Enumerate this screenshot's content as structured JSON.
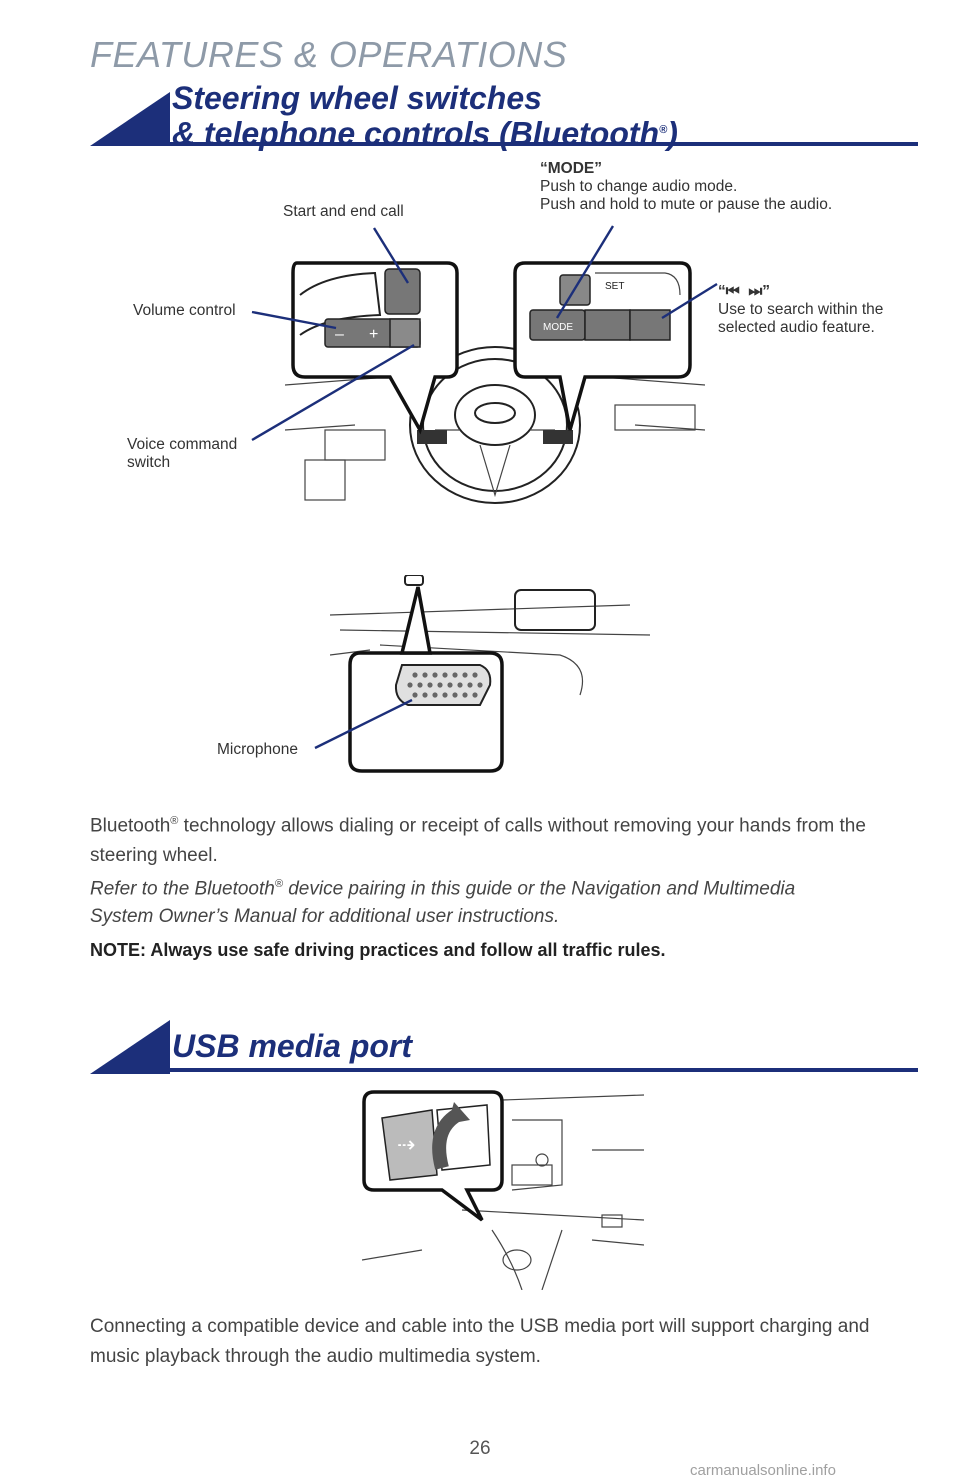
{
  "page": {
    "section_label": "FEATURES & OPERATIONS",
    "page_number": "26",
    "watermark": "carmanualsonline.info"
  },
  "steering": {
    "title_line1": "Steering wheel switches",
    "title_line2": "& telephone controls (Bluetooth",
    "title_reg": "®",
    "title_close": ")",
    "callouts": {
      "mode_title": "“MODE”",
      "mode_line1": "Push to change audio mode.",
      "mode_line2": "Push and hold to mute or pause the audio.",
      "start_end_call": "Start and end call",
      "volume_control": "Volume control",
      "voice_command_line1": "Voice command",
      "voice_command_line2": "switch",
      "seek_open": "“",
      "seek_close": "”",
      "seek_line1": "Use to search within the",
      "seek_line2": "selected audio feature.",
      "microphone": "Microphone"
    },
    "switch_labels": {
      "mode": "MODE",
      "set": "SET",
      "minus": "–",
      "plus": "+"
    },
    "paragraph1_a": "Bluetooth",
    "paragraph1_reg": "®",
    "paragraph1_b": " technology allows dialing or receipt of calls without removing your hands from the steering wheel.",
    "paragraph2_a": "Refer to the Bluetooth",
    "paragraph2_reg": "®",
    "paragraph2_b": " device pairing in this guide or the Navigation and Multimedia System Owner’s Manual for additional user instructions.",
    "note": "NOTE:  Always use safe driving practices and follow all traffic rules."
  },
  "usb": {
    "title": "USB media port",
    "paragraph": "Connecting a compatible device and cable into the USB media port will support charging and music playback through the audio multimedia system."
  },
  "colors": {
    "brand_blue": "#1c2f7a",
    "section_gray": "#8e9aa8"
  }
}
